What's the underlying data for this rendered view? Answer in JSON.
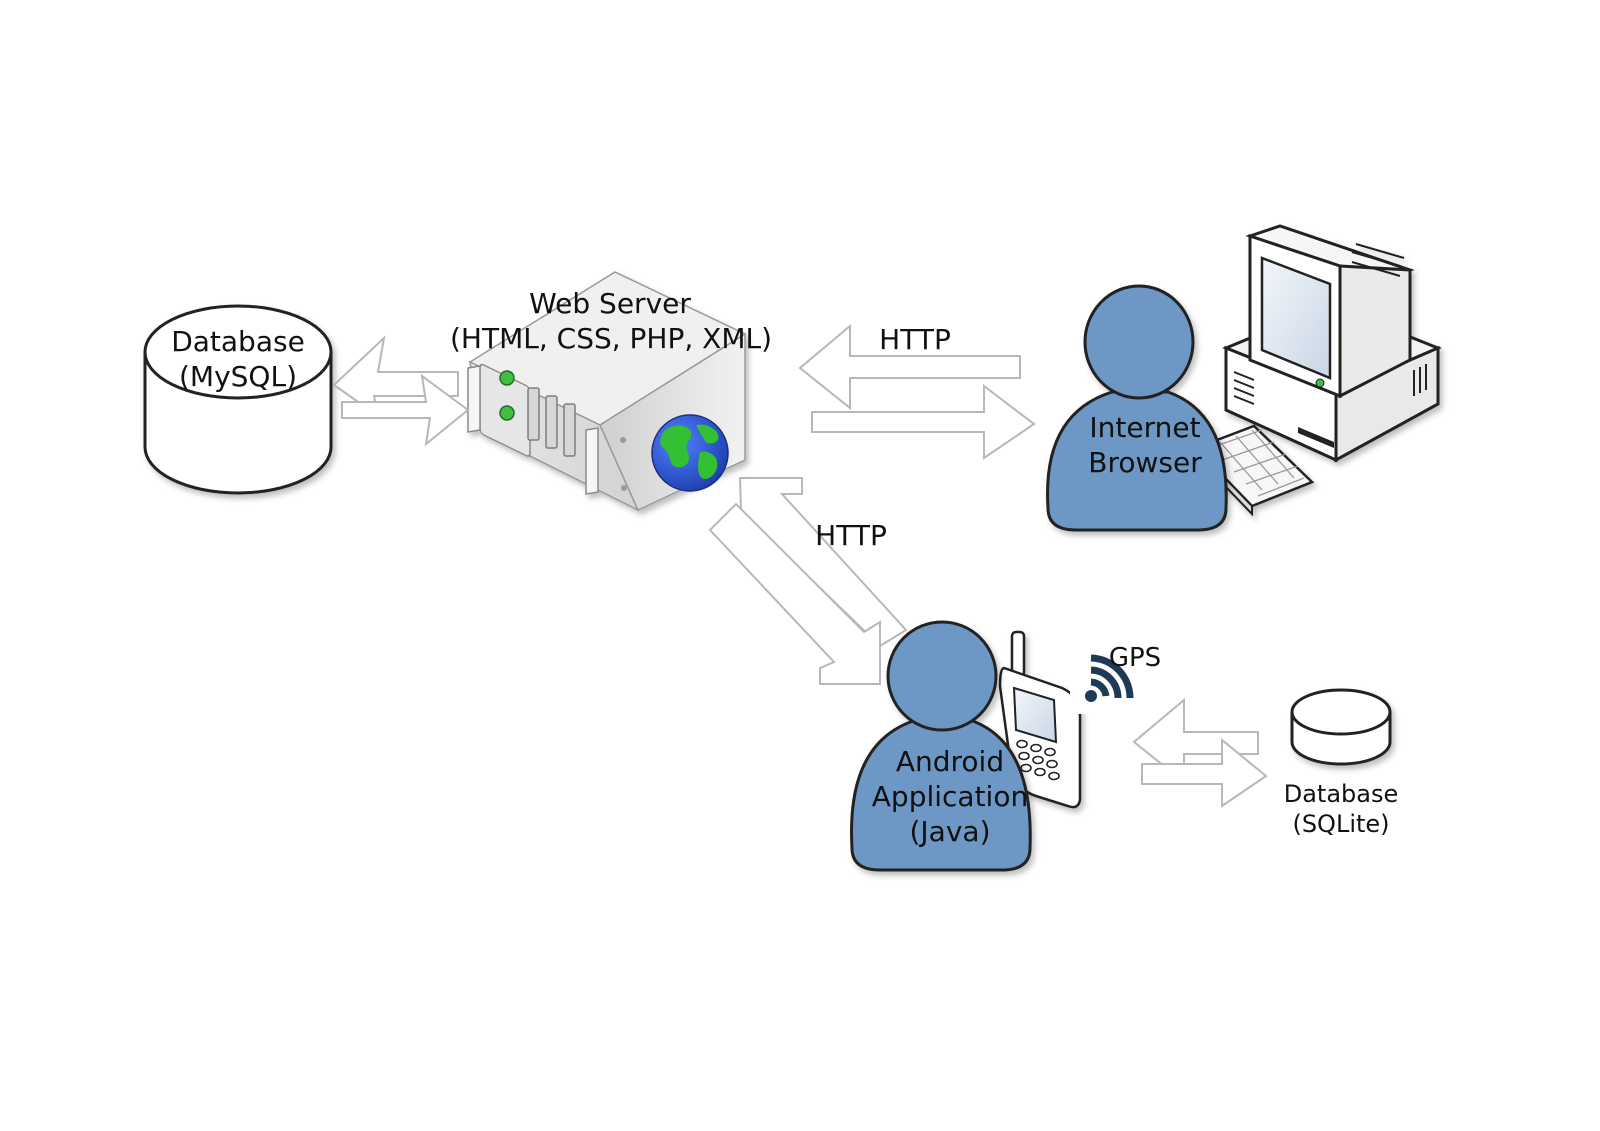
{
  "nodes": {
    "db_mysql": {
      "line1": "Database",
      "line2": "(MySQL)"
    },
    "web_server": {
      "line1": "Web Server",
      "line2": "(HTML, CSS, PHP, XML)"
    },
    "internet_browser": {
      "line1": "Internet",
      "line2": "Browser"
    },
    "android_app": {
      "line1": "Android",
      "line2": "Application",
      "line3": "(Java)"
    },
    "db_sqlite": {
      "line1": "Database",
      "line2": "(SQLite)"
    }
  },
  "edges": {
    "server_browser": {
      "label": "HTTP"
    },
    "server_android": {
      "label": "HTTP"
    },
    "gps": {
      "label": "GPS"
    }
  },
  "colors": {
    "person_fill": "#6d97c4",
    "globe_ocean": "#2a59d0",
    "globe_land": "#33c133",
    "signal": "#1f3a57"
  },
  "icons": [
    "database-icon",
    "server-icon",
    "globe-icon",
    "user-icon",
    "desktop-computer-icon",
    "keyboard-icon",
    "mobile-phone-icon",
    "gps-signal-icon",
    "double-arrow-icon"
  ]
}
